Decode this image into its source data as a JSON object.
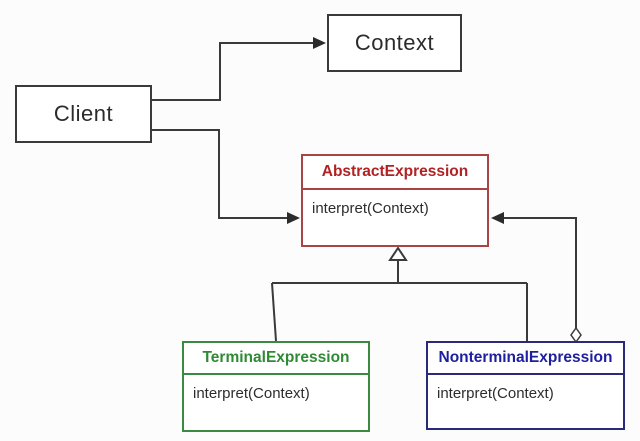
{
  "diagram": {
    "kind": "uml-class-diagram",
    "classes": {
      "client": {
        "name": "Client"
      },
      "context": {
        "name": "Context"
      },
      "abstract": {
        "name": "AbstractExpression",
        "method": "interpret(Context)",
        "accent": "#b22222"
      },
      "terminal": {
        "name": "TerminalExpression",
        "method": "interpret(Context)",
        "accent": "#2e8b33"
      },
      "nonterminal": {
        "name": "NonterminalExpression",
        "method": "interpret(Context)",
        "accent": "#1e1e9e"
      }
    },
    "relations": {
      "client_to_context": "association-arrow",
      "client_to_abstract": "association-arrow",
      "terminal_to_abstract": "inheritance-hollow-triangle",
      "nonterminal_to_abstract": "inheritance-hollow-triangle",
      "nonterminal_aggregates_abstract": "aggregation-hollow-diamond-arrow"
    },
    "colors": {
      "background": "#fcfcfc",
      "box_fill": "#ffffff",
      "line": "#3a3a3a",
      "red_border": "#a84444",
      "green_border": "#3a8a42",
      "blue_border": "#2a2a7a"
    }
  }
}
